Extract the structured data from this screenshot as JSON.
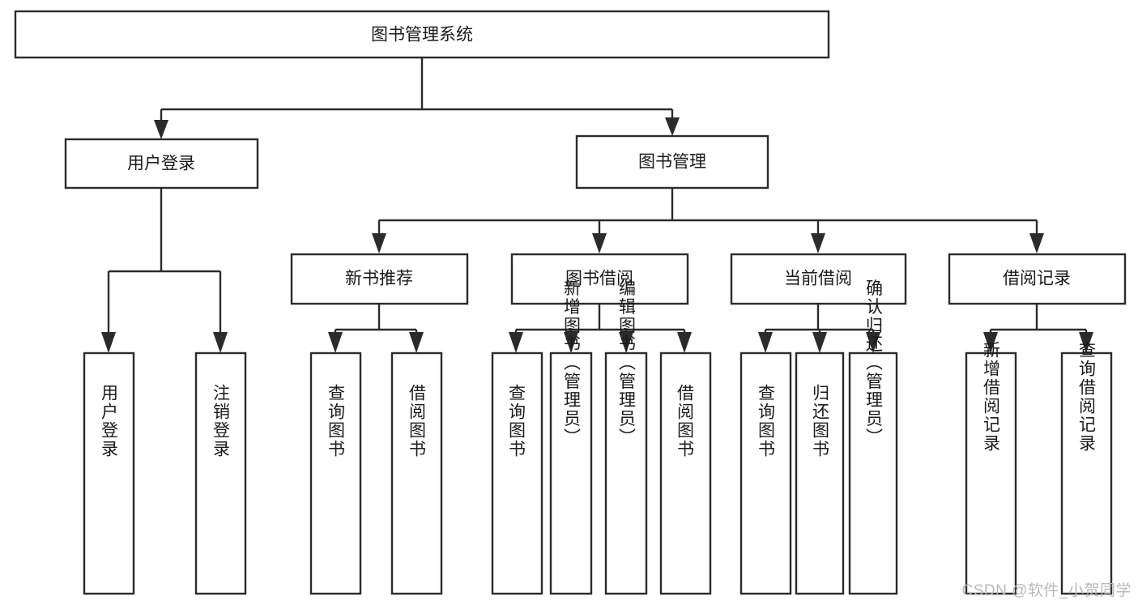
{
  "diagram": {
    "type": "hierarchy-tree",
    "title": "图书管理系统",
    "background_color": "#ffffff",
    "line_color": "#2b2b2b",
    "box_fill": "#ffffff",
    "text_color": "#1a1a1a"
  },
  "root": {
    "label": "图书管理系统"
  },
  "level1": [
    {
      "label": "用户登录"
    },
    {
      "label": "图书管理"
    }
  ],
  "level2": [
    {
      "label": "新书推荐"
    },
    {
      "label": "图书借阅"
    },
    {
      "label": "当前借阅"
    },
    {
      "label": "借阅记录"
    }
  ],
  "leaves": {
    "user_login": [
      {
        "label": "用户登录"
      },
      {
        "label": "注销登录"
      }
    ],
    "new_book_recommend": [
      {
        "label": "查询图书"
      },
      {
        "label": "借阅图书"
      }
    ],
    "book_borrow": [
      {
        "label": "查询图书"
      },
      {
        "label": "新增图书（管理员）"
      },
      {
        "label": "编辑图书（管理员）"
      },
      {
        "label": "借阅图书"
      }
    ],
    "current_borrow": [
      {
        "label": "查询图书"
      },
      {
        "label": "归还图书"
      },
      {
        "label": "确认归还（管理员）"
      }
    ],
    "borrow_record": [
      {
        "label": "新增借阅记录"
      },
      {
        "label": "查询借阅记录"
      }
    ]
  },
  "watermark": {
    "text": "CSDN @软件_小贺同学",
    "color": "#b9b9b9"
  }
}
